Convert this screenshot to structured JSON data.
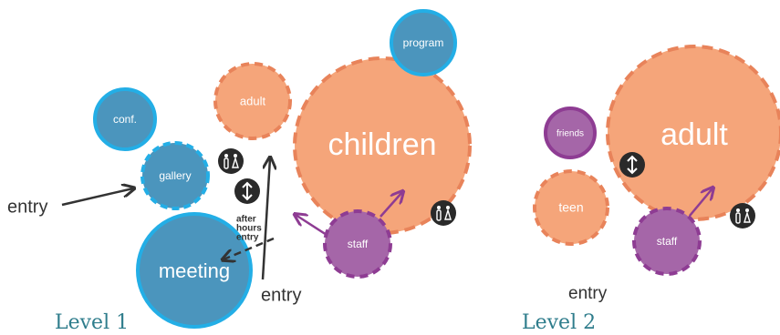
{
  "colors": {
    "blue_fill": "#4b95bd",
    "blue_stroke": "#23aee6",
    "orange_fill": "#f5a57a",
    "orange_stroke": "#e8835a",
    "purple_fill": "#a566a8",
    "purple_stroke": "#8e3c93",
    "arrow": "#333333",
    "icon_bg": "#2a2a2a",
    "level_text": "#2f7d8c"
  },
  "icons": {
    "restroom": "restroom-icon",
    "elevator": "elevator-icon"
  },
  "level1": {
    "caption": "Level 1",
    "spaces": {
      "program": "program",
      "conf": "conf.",
      "adult": "adult",
      "children": "children",
      "gallery": "gallery",
      "meeting": "meeting",
      "staff": "staff"
    },
    "labels": {
      "entry_left": "entry",
      "entry_bottom": "entry",
      "after_hours_line1": "after",
      "after_hours_line2": "hours",
      "after_hours_line3": "entry"
    }
  },
  "level2": {
    "caption": "Level 2",
    "spaces": {
      "friends": "friends",
      "adult": "adult",
      "teen": "teen",
      "staff": "staff"
    },
    "labels": {
      "entry_bottom": "entry"
    }
  }
}
